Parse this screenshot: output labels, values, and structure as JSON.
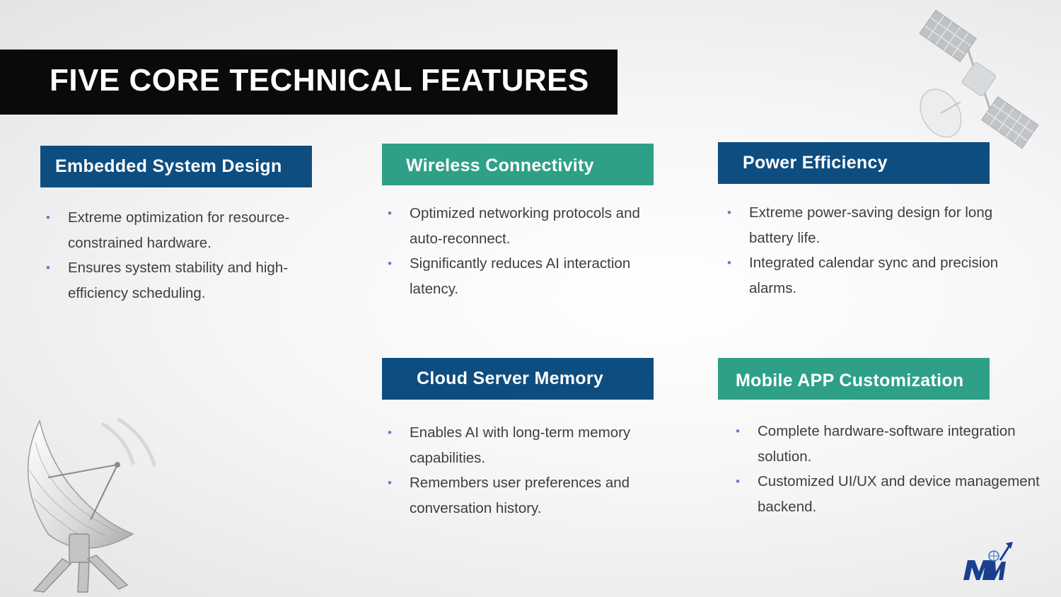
{
  "slide": {
    "title": "FIVE CORE TECHNICAL FEATURES"
  },
  "features": [
    {
      "title": "Embedded System Design",
      "header_color": "#0e4d80",
      "bullets": [
        "Extreme optimization for resource-constrained hardware.",
        "Ensures system stability and high-efficiency scheduling."
      ]
    },
    {
      "title": "Wireless Connectivity",
      "header_color": "#2fa088",
      "bullets": [
        "Optimized networking protocols and auto-reconnect.",
        "Significantly reduces AI interaction latency."
      ]
    },
    {
      "title": "Power Efficiency",
      "header_color": "#0e4d80",
      "bullets": [
        "Extreme power-saving design for long battery life.",
        "Integrated calendar sync and precision alarms."
      ]
    },
    {
      "title": "Cloud Server Memory",
      "header_color": "#0e4d80",
      "bullets": [
        "Enables AI with long-term memory capabilities.",
        "Remembers user preferences and conversation history."
      ]
    },
    {
      "title": "Mobile APP Customization",
      "header_color": "#2fa088",
      "bullets": [
        "Complete hardware-software integration solution.",
        "Customized UI/UX and device management backend."
      ]
    }
  ],
  "decorations": {
    "top_right_icon": "satellite-icon",
    "bottom_left_icon": "satellite-dish-icon",
    "logo_icon": "mw-logo-icon"
  },
  "colors": {
    "title_bar": "#0a0a0a",
    "blue": "#0e4d80",
    "teal": "#2fa088",
    "bullet_dot": "#9b62c6",
    "body_text": "#3e3e3e"
  }
}
